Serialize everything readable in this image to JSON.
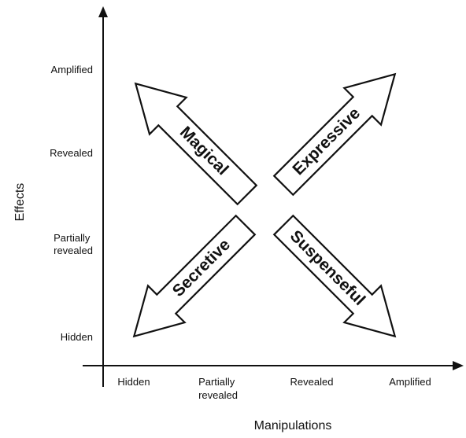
{
  "axes": {
    "x_title": "Manipulations",
    "y_title": "Effects",
    "x_ticks": [
      [
        "Hidden"
      ],
      [
        "Partially",
        "revealed"
      ],
      [
        "Revealed"
      ],
      [
        "Amplified"
      ]
    ],
    "y_ticks": [
      [
        "Amplified"
      ],
      [
        "Revealed"
      ],
      [
        "Partially",
        "revealed"
      ],
      [
        "Hidden"
      ]
    ]
  },
  "quadrants": {
    "top_left": "Magical",
    "top_right": "Expressive",
    "bottom_left": "Secretive",
    "bottom_right": "Suspenseful"
  }
}
